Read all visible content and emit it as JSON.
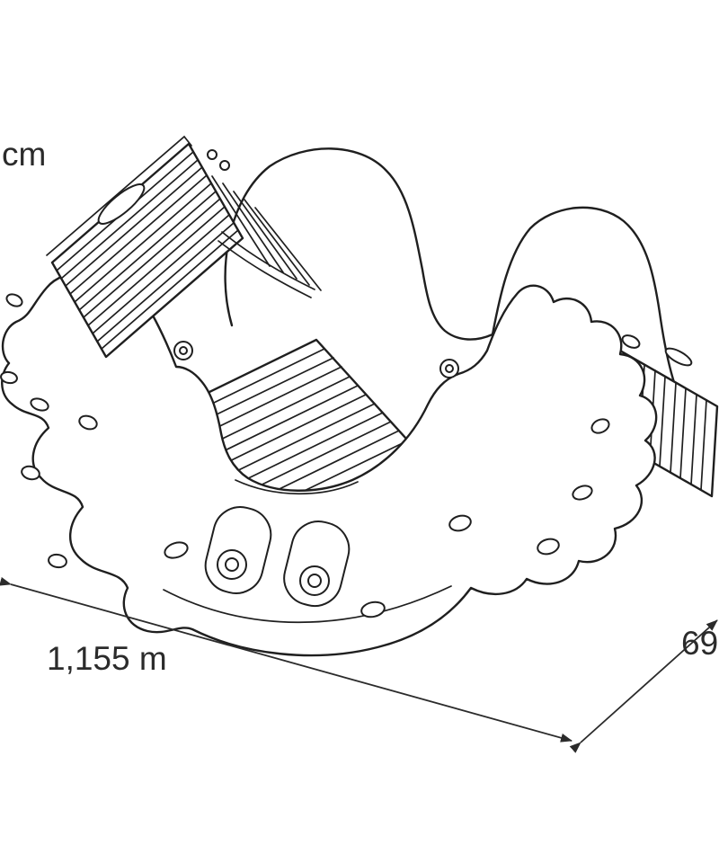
{
  "figure": {
    "kind": "isometric technical line drawing",
    "subject_name": "rocking-toy-drawing"
  },
  "dimensions": {
    "height_label": "cm",
    "length_label": "1,155 m",
    "depth_label": "69"
  },
  "colors": {
    "line": "#1f1f1f",
    "text": "#2b2b2b",
    "background": "#ffffff"
  }
}
